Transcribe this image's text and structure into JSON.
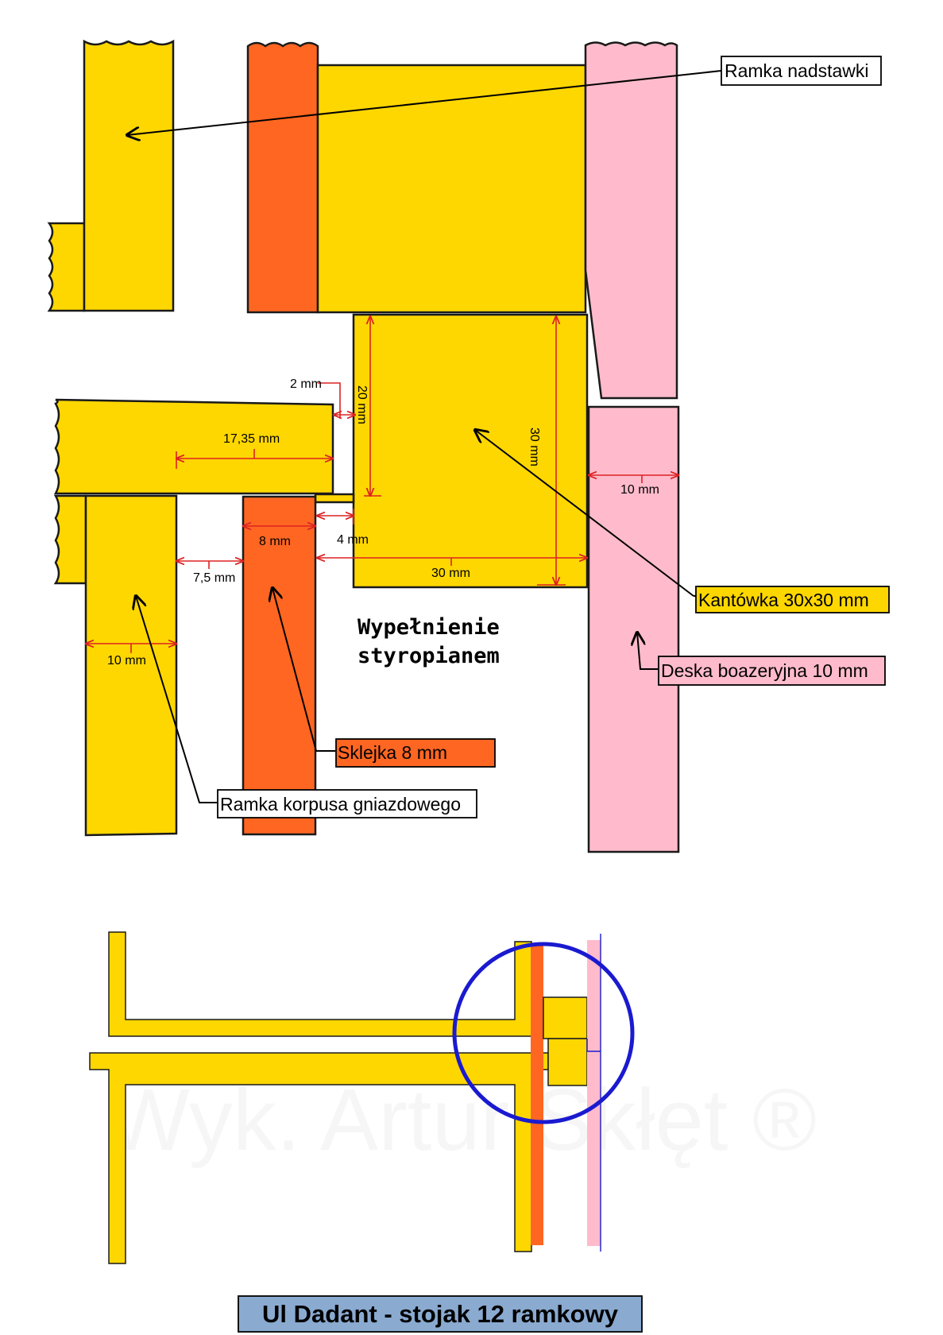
{
  "colors": {
    "yellow": "#FFD700",
    "orange": "#FF6622",
    "pink": "#FFBBCC",
    "dimension": "#DD2222",
    "circle": "#1A1AD0",
    "title_bg": "#8AAAD0"
  },
  "labels": {
    "ramka_nadstawki": "Ramka nadstawki",
    "kantowka": "Kantówka 30x30 mm",
    "deska": "Deska boazeryjna 10 mm",
    "sklejka": "Sklejka 8 mm",
    "ramka_korpusa": "Ramka korpusa gniazdowego"
  },
  "dimensions": {
    "d_2mm": "2 mm",
    "d_20mm": "20 mm",
    "d_30mm_vertical": "30 mm",
    "d_17_35mm": "17,35 mm",
    "d_10mm_pink": "10 mm",
    "d_8mm": "8 mm",
    "d_4mm": "4 mm",
    "d_7_5mm": "7,5 mm",
    "d_30mm_horizontal": "30 mm",
    "d_10mm_frame": "10 mm"
  },
  "note": {
    "line1": "Wypełnienie",
    "line2": "styropianem"
  },
  "watermark": "Wyk. Artur Skłęt ®",
  "title": "Ul Dadant - stojak 12 ramkowy"
}
